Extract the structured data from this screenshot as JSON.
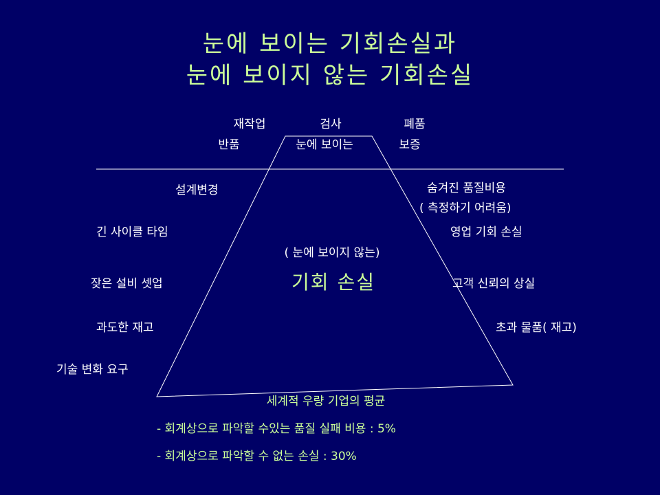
{
  "title": {
    "line1": "눈에 보이는 기회손실과",
    "line2": "눈에 보이지 않는 기회손실"
  },
  "visible_costs": {
    "rework": "재작업",
    "inspection": "검사",
    "scrap": "폐품",
    "returns": "반품",
    "visible_label": "눈에 보이는",
    "warranty": "보증"
  },
  "left_causes": [
    "설계변경",
    "긴 사이클 타임",
    "잦은 설비 셋업",
    "과도한 재고",
    "기술 변화 요구"
  ],
  "right_costs": {
    "hidden_quality_cost": "숨겨진 품질비용",
    "hard_to_measure": "( 측정하기 어려움)",
    "lost_sales": "영업 기회 손실",
    "lost_trust": "고객 신뢰의 상실",
    "excess_goods": "초과 물품( 재고)"
  },
  "center": {
    "invisible_note": "( 눈에 보이지 않는)",
    "opportunity_loss": "기회 손실"
  },
  "footer": {
    "average_label": "세계적 우량 기업의 평균",
    "line1": "- 회계상으로 파악할 수있는 품질 실패 비용 : 5%",
    "line2": "- 회계상으로 파악할 수 없는 손실 : 30%"
  },
  "colors": {
    "background": "#000066",
    "accent": "#ccff99",
    "text": "#ffffff"
  }
}
